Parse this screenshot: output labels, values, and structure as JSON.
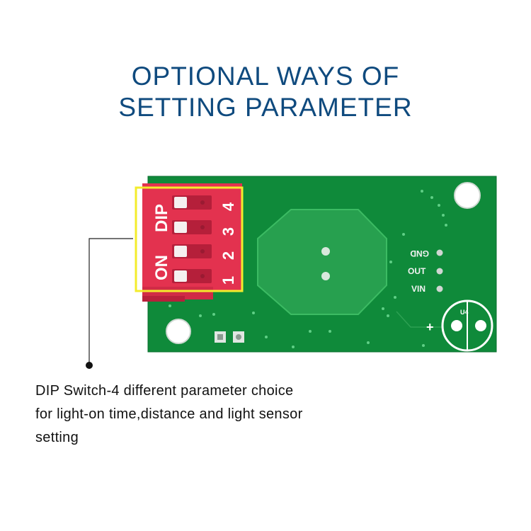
{
  "title": {
    "line1": "OPTIONAL WAYS OF",
    "line2": "SETTING PARAMETER"
  },
  "board": {
    "dip_label": "DIP",
    "on_label": "ON",
    "switch_numbers": [
      "4",
      "3",
      "2",
      "1"
    ],
    "pins": [
      "GND",
      "OUT",
      "VIN"
    ],
    "cap_label": "U4",
    "plus_sign": "+"
  },
  "description": {
    "line1": "DIP Switch-4 different parameter choice",
    "line2": "for light-on time,distance and light sensor",
    "line3": "setting"
  },
  "colors": {
    "title": "#0f4a7e",
    "pcb_green": "#0f8a3a",
    "dip_red": "#e3324f",
    "highlight_yellow": "#f3ec2c"
  },
  "icons": {
    "callout": "callout-dot-icon"
  }
}
